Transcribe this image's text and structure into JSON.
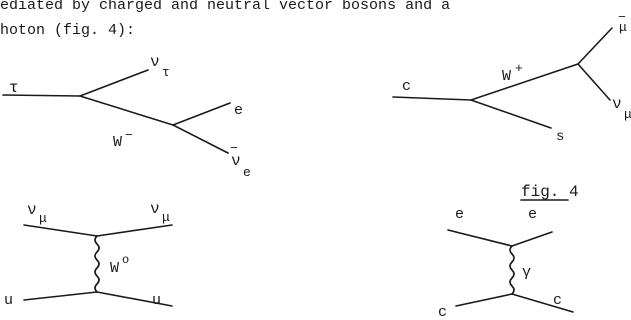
{
  "header_text": {
    "line1": "ediated by charged and neutral vector bosons and a",
    "line2": "hoton (fig. 4):"
  },
  "figure_label": "fig. 4",
  "diagrams": {
    "tau_decay": {
      "in": "τ",
      "nu_tau_main": "ν",
      "nu_tau_sub": "τ",
      "boson": "W",
      "boson_sup": "−",
      "electron": "e",
      "antinu_main": "ν",
      "antinu_sub": "e",
      "antinu_bar": "−"
    },
    "charm_decay": {
      "in": "c",
      "boson": "W",
      "boson_sup": "+",
      "out_s": "s",
      "nu_main": "ν",
      "nu_sub": "μ",
      "top_sub": "μ",
      "top_bar": "−"
    },
    "neutral_current": {
      "nu_in_main": "ν",
      "nu_in_sub": "μ",
      "nu_out_main": "ν",
      "nu_out_sub": "μ",
      "boson": "W",
      "boson_sup": "o",
      "u_in": "u",
      "u_out": "u"
    },
    "photon_exchange": {
      "e_in": "e",
      "e_out": "e",
      "boson": "γ",
      "c_in": "c",
      "c_out": "c"
    }
  }
}
